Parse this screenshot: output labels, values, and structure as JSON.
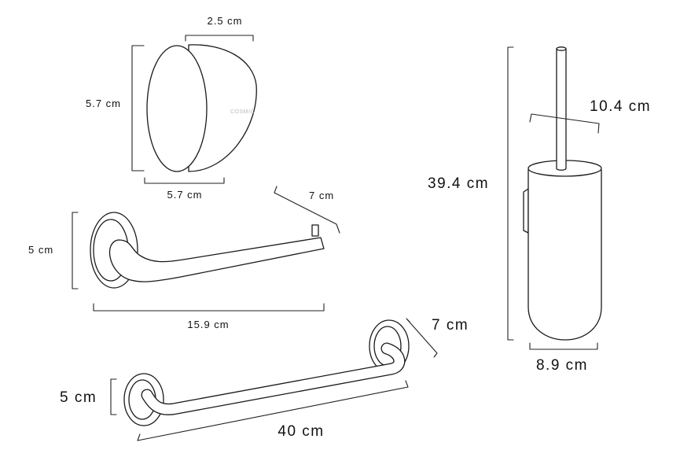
{
  "brand": "COSMIC",
  "hook": {
    "width": "2.5 cm",
    "height": "5.7 cm",
    "base": "5.7 cm"
  },
  "paper_holder": {
    "height": "5 cm",
    "length": "15.9 cm",
    "depth": "7 cm"
  },
  "grab_bar": {
    "height": "5 cm",
    "length": "40 cm",
    "depth": "7 cm"
  },
  "brush_holder": {
    "height": "39.4 cm",
    "top_width": "10.4 cm",
    "base": "8.9 cm"
  }
}
